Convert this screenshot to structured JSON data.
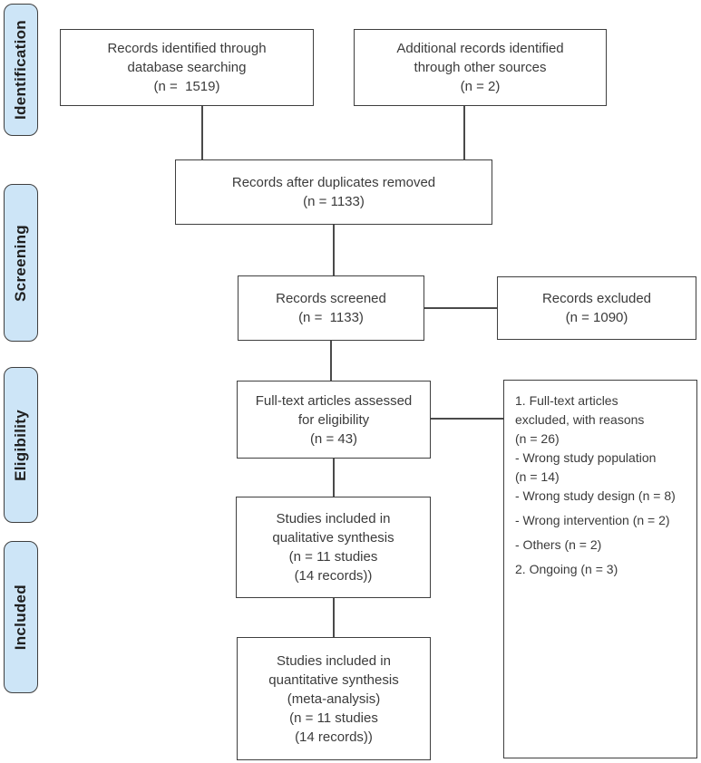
{
  "title": "PRISMA flow diagram of study selection",
  "colors": {
    "stage_fill": "#cde5f7",
    "stage_border": "#3f3f3f",
    "box_border": "#3f3f3f",
    "connector": "#4a4a4a",
    "text": "#3b3b3b"
  },
  "stages": {
    "identification": "Identification",
    "screening": "Screening",
    "eligibility": "Eligibility",
    "included": "Included"
  },
  "boxes": {
    "identified": {
      "lines": [
        "Records identified through",
        "database searching",
        "(n =  1519)"
      ]
    },
    "additional": {
      "lines": [
        "Additional records identified",
        "through other sources",
        "(n = 2)"
      ]
    },
    "duplicates_removed": {
      "lines": [
        "Records after duplicates removed",
        "(n = 1133)"
      ]
    },
    "screened": {
      "lines": [
        "Records screened",
        "(n =  1133)"
      ]
    },
    "excluded": {
      "lines": [
        "Records excluded",
        "(n = 1090)"
      ]
    },
    "fulltext_assessed": {
      "lines": [
        "Full-text articles assessed",
        "for eligibility",
        "(n = 43)"
      ]
    },
    "fulltext_excluded": {
      "lines": [
        "1. Full-text articles",
        "excluded, with reasons",
        "(n = 26)",
        "- Wrong study population",
        "(n = 14)",
        "- Wrong study design (n = 8)",
        "- Wrong intervention (n = 2)",
        "- Others (n = 2)",
        "2. Ongoing (n = 3)"
      ]
    },
    "qualitative": {
      "lines": [
        "Studies included in",
        "qualitative synthesis",
        "(n = 11 studies",
        "(14 records))"
      ]
    },
    "quantitative": {
      "lines": [
        "Studies included in",
        "quantitative synthesis",
        "(meta-analysis)",
        "(n = 11 studies",
        "(14 records))"
      ]
    }
  }
}
